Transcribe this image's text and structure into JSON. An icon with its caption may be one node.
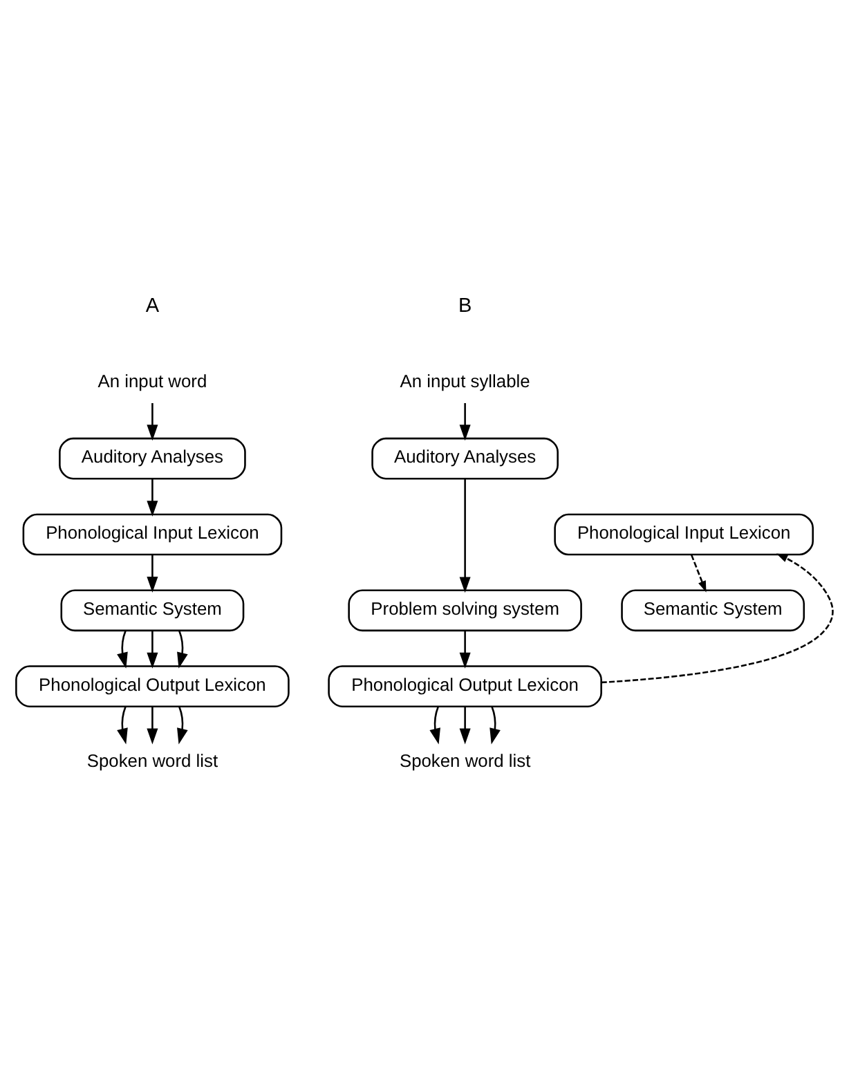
{
  "diagram": {
    "nodes": [
      {
        "text": [
          "An input word"
        ]
      },
      {
        "text": [
          "Auditory Analyses"
        ]
      },
      {
        "text": [
          "Phonological Input Lexicon"
        ]
      },
      {
        "text": [
          "Semantic System"
        ]
      },
      {
        "text": [
          "Phonological Output Lexicon"
        ]
      },
      {
        "text": [
          "Spoken word list"
        ]
      },
      {
        "text": [
          "An input syllable"
        ]
      },
      {
        "text": [
          "Auditory Analyses"
        ]
      },
      {
        "text": [
          "Phonological Input Lexicon"
        ]
      },
      {
        "text": [
          "Semantic System"
        ]
      },
      {
        "text": [
          "Problem solving system"
        ]
      },
      {
        "text": [
          "Phonological Output Lexicon"
        ]
      },
      {
        "text": [
          "Spoken word list"
        ]
      }
    ],
    "edges": [
      {
        "from": 0,
        "to": 1,
        "arrow": "to"
      },
      {
        "from": 1,
        "to": 2,
        "arrow": "to"
      },
      {
        "from": 2,
        "to": 3,
        "arrow": "to"
      },
      {
        "from": 3,
        "to": 4,
        "arrow": "to"
      },
      {
        "from": 3,
        "to": 4,
        "arrow": "to"
      },
      {
        "from": 3,
        "to": 4,
        "arrow": "to"
      },
      {
        "from": 4,
        "to": 5,
        "arrow": "to"
      },
      {
        "from": 4,
        "to": 5,
        "arrow": "to"
      },
      {
        "from": 4,
        "to": 5,
        "arrow": "to"
      },
      {
        "from": 6,
        "to": 7,
        "arrow": "to"
      },
      {
        "from": 7,
        "to": 10,
        "arrow": "to"
      },
      {
        "from": 8,
        "to": 9,
        "arrow": "to",
        "style": "dashed"
      },
      {
        "from": 10,
        "to": 11,
        "arrow": "to"
      },
      {
        "from": 11,
        "to": 8,
        "arrow": "to",
        "style": "dashed"
      },
      {
        "from": 11,
        "to": 12,
        "arrow": "to"
      },
      {
        "from": 11,
        "to": 12,
        "arrow": "to"
      },
      {
        "from": 11,
        "to": 12,
        "arrow": "to"
      }
    ],
    "labels": [
      "A",
      "B"
    ]
  }
}
